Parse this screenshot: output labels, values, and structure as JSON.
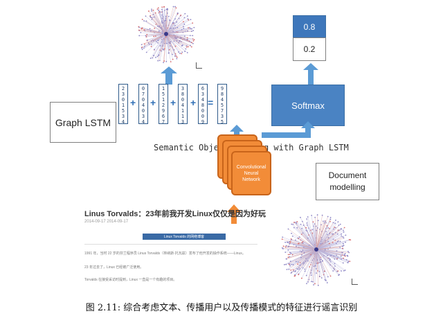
{
  "boxes": {
    "graph_lstm": "Graph LSTM",
    "softmax": "Softmax",
    "document_modelling_line1": "Document",
    "document_modelling_line2": "modelling",
    "prob_top": "0.8",
    "prob_bottom": "0.2",
    "cnn_line1": "Convolutional",
    "cnn_line2": "Neural",
    "cnn_line3": "Network"
  },
  "overlay_text": "Semantic Object Parsing with Graph LSTM",
  "vectors": [
    [
      "2",
      "3",
      "0",
      "1",
      "5",
      "3",
      "4"
    ],
    [
      "0",
      "7",
      "0",
      "4",
      "0",
      "3",
      "4"
    ],
    [
      "1",
      "5",
      "1",
      "2",
      "9",
      "6",
      "7"
    ],
    [
      "3",
      "8",
      "0",
      "4",
      "1",
      "1",
      "3"
    ],
    [
      "6",
      "3",
      "4",
      "8",
      "0",
      "0",
      "9"
    ],
    [
      "9",
      "8",
      "4",
      "5",
      "7",
      "3",
      "5"
    ]
  ],
  "operators": [
    "+",
    "+",
    "+",
    "+",
    "="
  ],
  "article": {
    "title": "Linus Torvalds：23年前我开发Linux仅仅是因为好玩",
    "meta": "2014-09-17  2014-09-17",
    "banner": "Linux Torvalds 的网络博客",
    "paragraph1": "1991 年，当时 22 岁的芬兰程序员 Linus Torvalds（林纳斯·托瓦兹）发布了他开发的操作系统——Linux。",
    "paragraph2": "23 年过去了，Linux 已经被广泛使用。",
    "paragraph3": "Torvalds 在接受采访时提到，Linux 一直是一个有趣的项目。"
  },
  "caption": "图 2.11: 综合考虑文本、传播用户以及传播模式的特征进行谣言识别",
  "colors": {
    "arrow": "#5b9bd5",
    "blue_box": "#4a83c3",
    "prob_top_fill": "#3e77bb",
    "cnn": "#f28c38",
    "graph_node": "#8b84c4",
    "graph_node_red": "#d86a6a"
  }
}
